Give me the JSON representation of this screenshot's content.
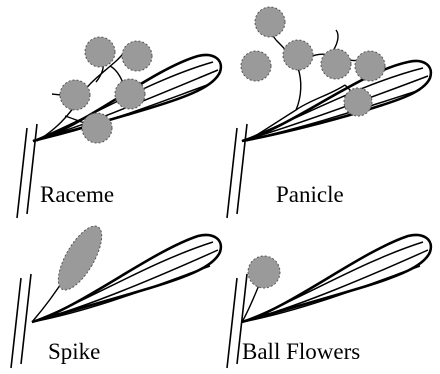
{
  "colors": {
    "stroke": "#000000",
    "flower_light": "#c8c8c8",
    "flower_mid": "#8c8c8c",
    "flower_dark": "#505050",
    "background": "#ffffff"
  },
  "panels": [
    {
      "id": "raceme",
      "label": "Raceme",
      "inflorescence": "raceme"
    },
    {
      "id": "panicle",
      "label": "Panicle",
      "inflorescence": "panicle"
    },
    {
      "id": "spike",
      "label": "Spike",
      "inflorescence": "spike"
    },
    {
      "id": "ball",
      "label": "Ball Flowers",
      "inflorescence": "ball"
    }
  ]
}
